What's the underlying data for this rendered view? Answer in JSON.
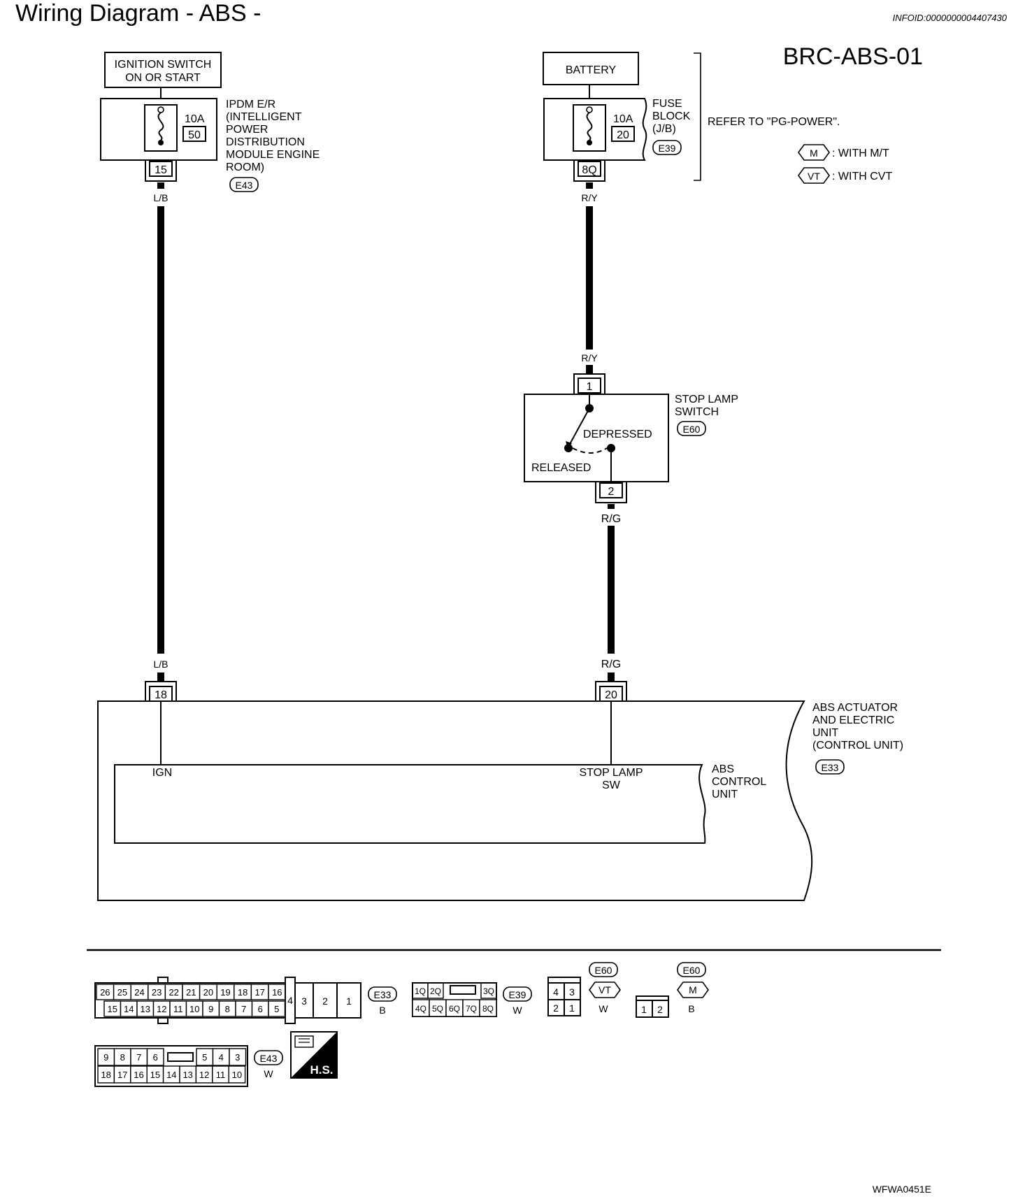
{
  "header": {
    "title": "Wiring Diagram - ABS -",
    "info_id": "INFOID:0000000004407430",
    "diagram_id": "BRC-ABS-01",
    "figure_code": "WFWA0451E"
  },
  "legend": {
    "mt_code": "M",
    "mt_text": ": WITH M/T",
    "cvt_code": "VT",
    "cvt_text": ": WITH CVT"
  },
  "components": {
    "ignition": {
      "line1": "IGNITION SWITCH",
      "line2": "ON OR START"
    },
    "ipdm": {
      "fuse_rating": "10A",
      "fuse_number": "50",
      "terminal": "15",
      "lines": [
        "IPDM E/R",
        "(INTELLIGENT",
        "POWER",
        "DISTRIBUTION",
        "MODULE ENGINE",
        "ROOM)"
      ],
      "connector": "E43"
    },
    "battery": {
      "label": "BATTERY"
    },
    "fuse_block": {
      "fuse_rating": "10A",
      "fuse_number": "20",
      "terminal": "8Q",
      "lines": [
        "FUSE",
        "BLOCK",
        "(J/B)"
      ],
      "connector": "E39",
      "refer": "REFER TO \"PG-POWER\"."
    },
    "stop_lamp_switch": {
      "lines": [
        "STOP LAMP",
        "SWITCH"
      ],
      "connector": "E60",
      "terminal_in": "1",
      "terminal_out": "2",
      "depressed": "DEPRESSED",
      "released": "RELEASED"
    },
    "abs_actuator": {
      "lines": [
        "ABS ACTUATOR",
        "AND ELECTRIC",
        "UNIT",
        "(CONTROL UNIT)"
      ],
      "connector": "E33",
      "terminal_ign": "18",
      "terminal_stop": "20"
    },
    "abs_control_unit": {
      "lines": [
        "ABS",
        "CONTROL",
        "UNIT"
      ],
      "ign_label": "IGN",
      "stop_label_1": "STOP LAMP",
      "stop_label_2": "SW"
    }
  },
  "wires": {
    "lb": "L/B",
    "ry": "R/Y",
    "rg": "R/G"
  },
  "connectors_legend": {
    "e33": {
      "id": "E33",
      "color": "B",
      "top": [
        "26",
        "25",
        "24",
        "23",
        "22",
        "21",
        "20",
        "19",
        "18",
        "17",
        "16"
      ],
      "bottom": [
        "15",
        "14",
        "13",
        "12",
        "11",
        "10",
        "9",
        "8",
        "7",
        "6",
        "5"
      ],
      "side": [
        "4",
        "3",
        "2",
        "1"
      ]
    },
    "e39": {
      "id": "E39",
      "color": "W",
      "top": [
        "1Q",
        "2Q",
        "3Q"
      ],
      "bottom": [
        "4Q",
        "5Q",
        "6Q",
        "7Q",
        "8Q"
      ]
    },
    "e60_cvt": {
      "id": "E60",
      "code": "VT",
      "color": "W",
      "top": [
        "4",
        "3"
      ],
      "bottom": [
        "2",
        "1"
      ]
    },
    "e60_mt": {
      "id": "E60",
      "code": "M",
      "color": "B",
      "cells": [
        "1",
        "2"
      ]
    },
    "e43": {
      "id": "E43",
      "color": "W",
      "top": [
        "9",
        "8",
        "7",
        "6",
        "5",
        "4",
        "3"
      ],
      "bottom": [
        "18",
        "17",
        "16",
        "15",
        "14",
        "13",
        "12",
        "11",
        "10"
      ]
    },
    "hs_label": "H.S."
  }
}
